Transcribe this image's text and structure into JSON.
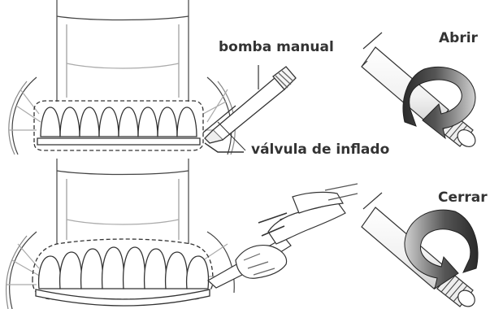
{
  "labels": {
    "pump": "bomba manual",
    "valve": "válvula de inflado",
    "open": "Abrir",
    "close": "Cerrar"
  },
  "colors": {
    "line": "#333333",
    "arrow_dark": "#2a2a2a",
    "arrow_light": "#bdbdbd",
    "background": "#ffffff"
  },
  "icons": {
    "open_arrow": "counterclockwise-arrow-icon",
    "close_arrow": "clockwise-arrow-icon"
  }
}
